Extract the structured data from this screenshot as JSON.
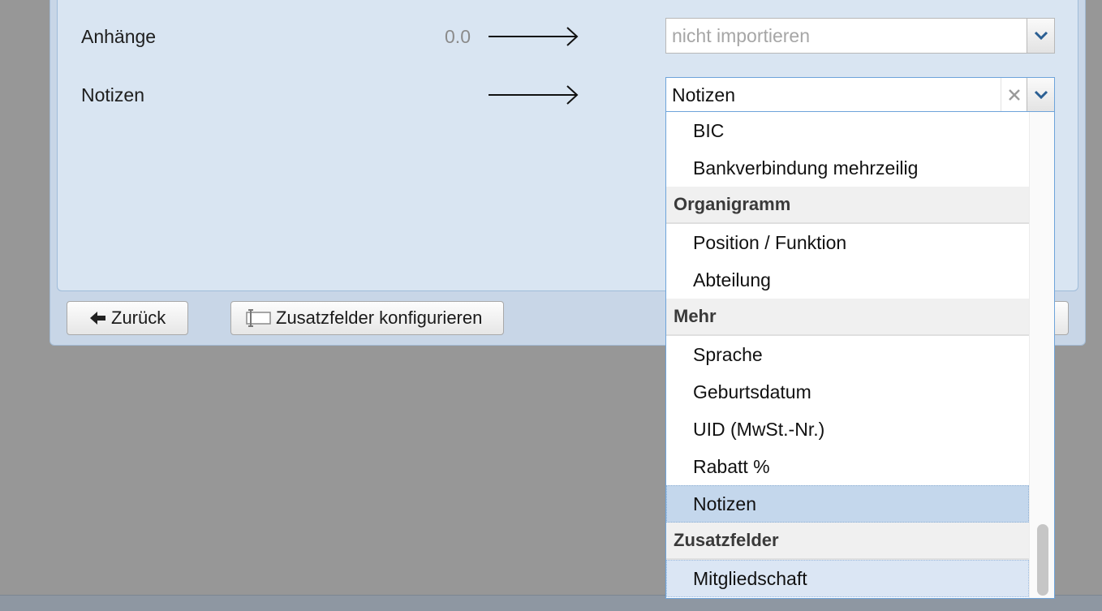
{
  "rows": [
    {
      "label": "Anhänge",
      "value": "0.0",
      "select_text": "nicht importieren"
    },
    {
      "label": "Notizen",
      "value": "",
      "select_text": "Notizen"
    }
  ],
  "buttons": {
    "back": "Zurück",
    "configure": "Zusatzfelder konfigurieren"
  },
  "dropdown": {
    "items": [
      {
        "type": "option",
        "label": "BIC"
      },
      {
        "type": "option",
        "label": "Bankverbindung mehrzeilig"
      },
      {
        "type": "group",
        "label": "Organigramm"
      },
      {
        "type": "option",
        "label": "Position / Funktion"
      },
      {
        "type": "option",
        "label": "Abteilung"
      },
      {
        "type": "group",
        "label": "Mehr"
      },
      {
        "type": "option",
        "label": "Sprache"
      },
      {
        "type": "option",
        "label": "Geburtsdatum"
      },
      {
        "type": "option",
        "label": "UID (MwSt.-Nr.)"
      },
      {
        "type": "option",
        "label": "Rabatt %"
      },
      {
        "type": "option",
        "label": "Notizen",
        "state": "selected"
      },
      {
        "type": "group",
        "label": "Zusatzfelder"
      },
      {
        "type": "option",
        "label": "Mitgliedschaft",
        "state": "hover"
      }
    ]
  },
  "colors": {
    "panel": "#d9e5f2",
    "selected": "#c4d7ec",
    "focus_border": "#6ea4da"
  }
}
